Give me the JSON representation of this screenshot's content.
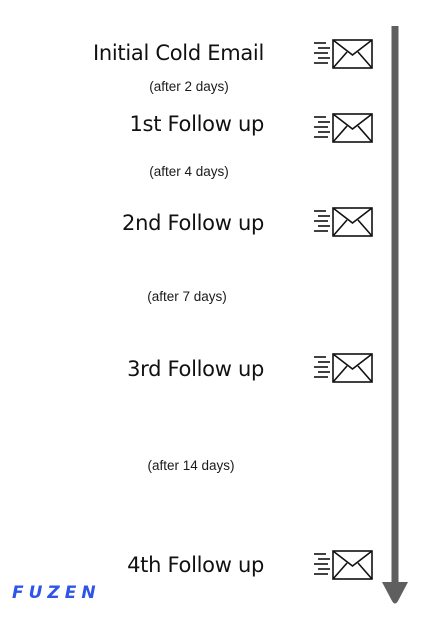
{
  "steps": [
    {
      "title": "Initial Cold Email",
      "icon": "send-mail-icon"
    },
    {
      "title": "1st Follow up",
      "icon": "send-mail-icon"
    },
    {
      "title": "2nd Follow up",
      "icon": "send-mail-icon"
    },
    {
      "title": "3rd Follow up",
      "icon": "send-mail-icon"
    },
    {
      "title": "4th Follow up",
      "icon": "send-mail-icon"
    }
  ],
  "delays": [
    "(after 2 days)",
    "(after 4 days)",
    "(after 7 days)",
    "(after 14 days)"
  ],
  "brand": "FUZEN",
  "colors": {
    "arrow": "#5f5f5f",
    "brand": "#2f55e8",
    "text": "#111111"
  }
}
